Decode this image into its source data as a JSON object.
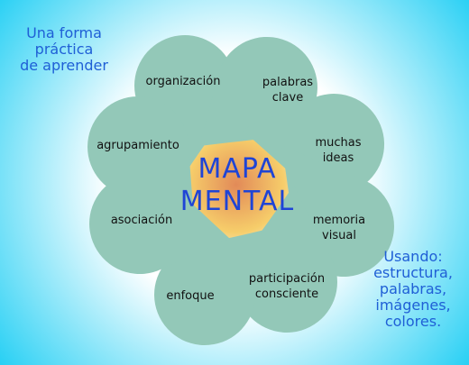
{
  "intro_text": [
    "Una forma",
    "práctica",
    "de aprender"
  ],
  "center_title": [
    "MAPA",
    "MENTAL"
  ],
  "petals": [
    {
      "lines": [
        "organización"
      ]
    },
    {
      "lines": [
        "palabras",
        "clave"
      ]
    },
    {
      "lines": [
        "muchas",
        "ideas"
      ]
    },
    {
      "lines": [
        "memoria",
        "visual"
      ]
    },
    {
      "lines": [
        "participación",
        "consciente"
      ]
    },
    {
      "lines": [
        "enfoque"
      ]
    },
    {
      "lines": [
        "asociación"
      ]
    },
    {
      "lines": [
        "agrupamiento"
      ]
    }
  ],
  "usage_text": [
    "Usando:",
    "estructura,",
    "palabras,",
    "imágenes,",
    "colores."
  ],
  "colors": {
    "background_center": "#ffffff",
    "background_edge": "#29d0f4",
    "petal_fill": "#93c8b8",
    "center_glow": "#f6cd6a",
    "center_core": "#e28a58",
    "title_text": "#1f44d6",
    "corner_text": "#1f5fd6"
  }
}
